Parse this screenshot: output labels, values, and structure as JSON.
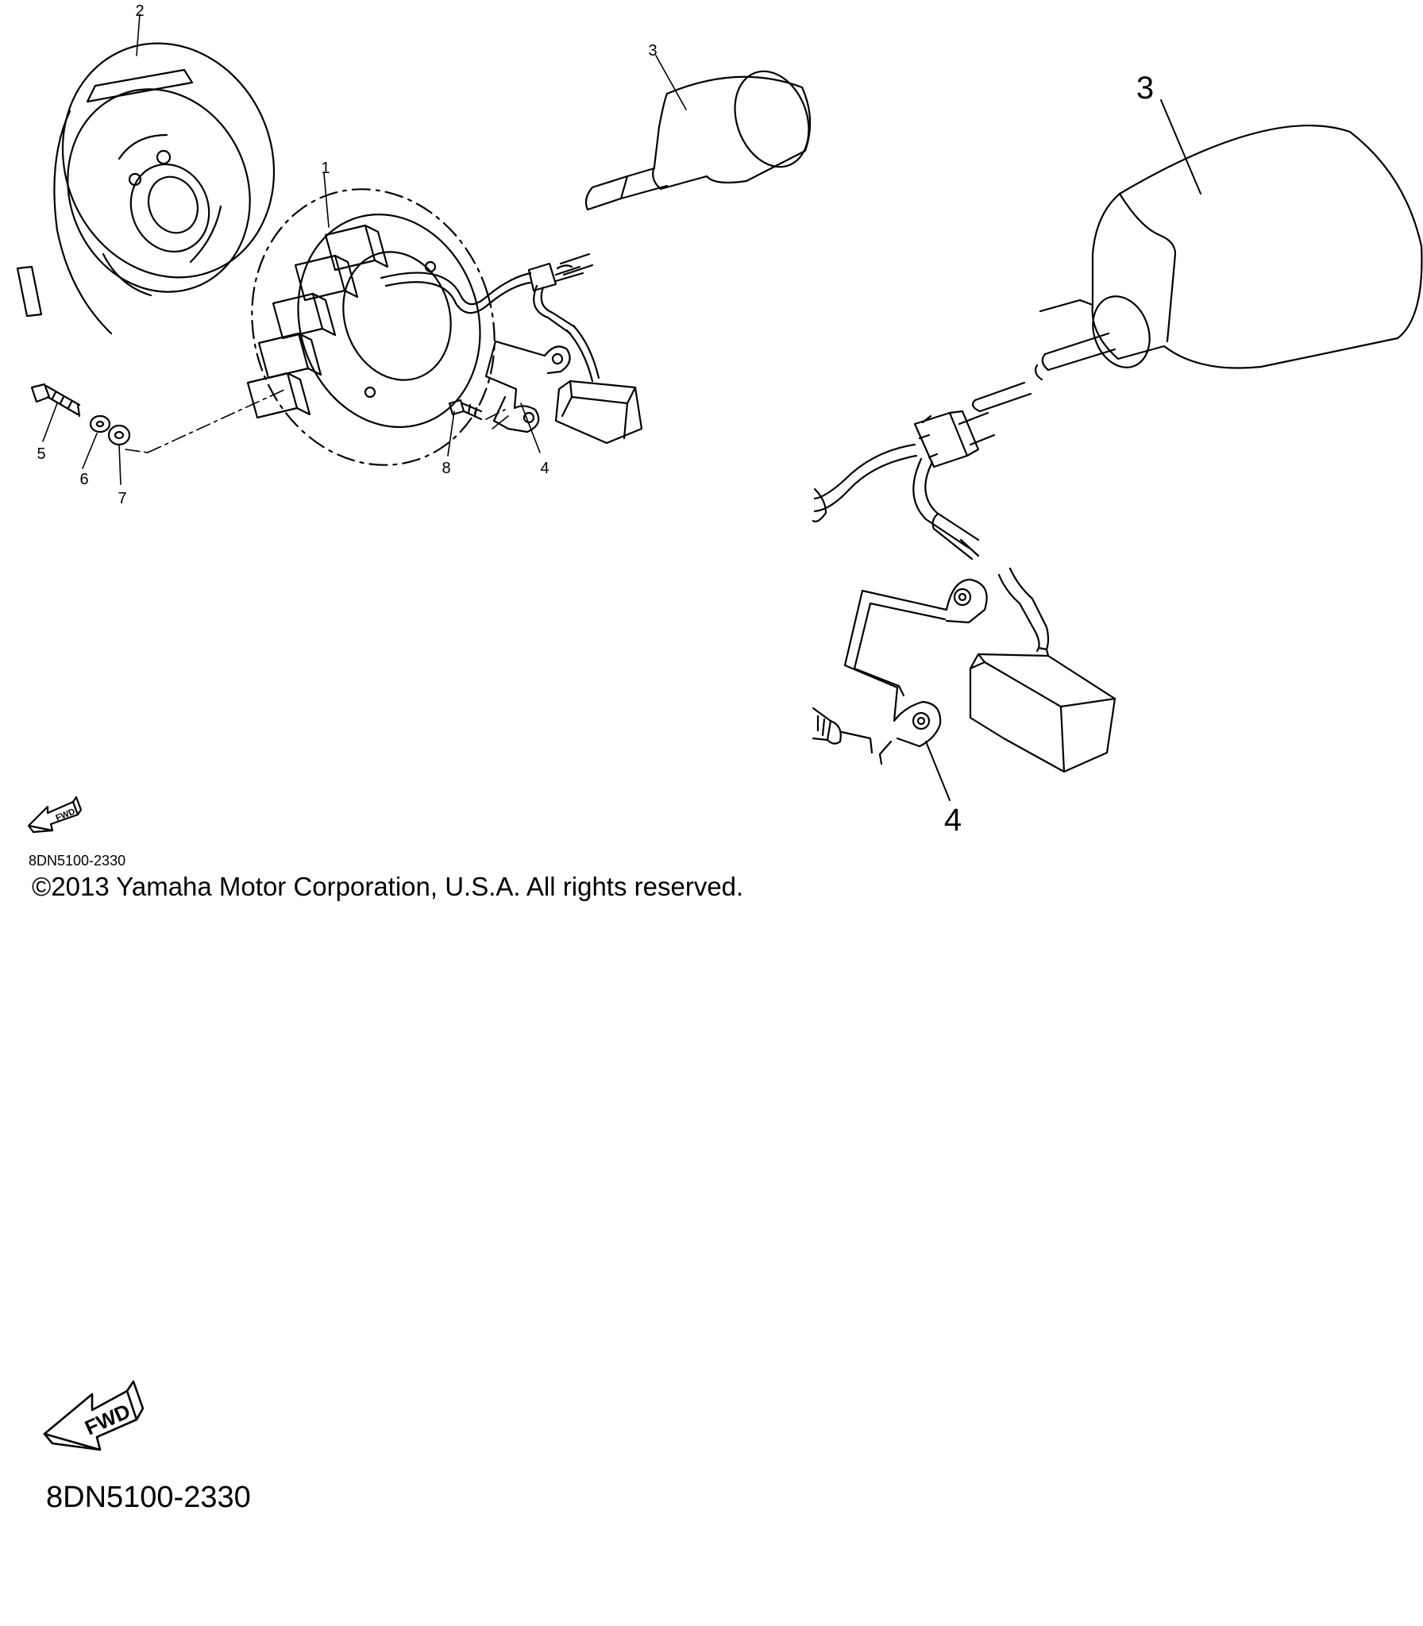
{
  "callouts": {
    "c1": "1",
    "c2": "2",
    "c3": "3",
    "c4": "4",
    "c5": "5",
    "c6": "6",
    "c7": "7",
    "c8": "8"
  },
  "fwd_label": "FWD",
  "diagram_code": "8DN5100-2330",
  "copyright": "©2013 Yamaha Motor Corporation, U.S.A. All rights reserved."
}
